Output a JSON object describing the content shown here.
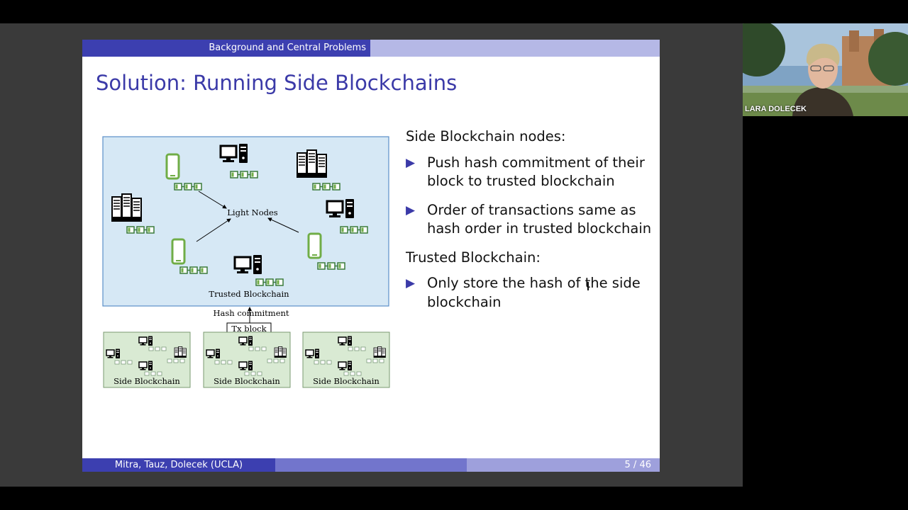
{
  "header": {
    "section": "Background and Central Problems"
  },
  "slide": {
    "title": "Solution:  Running Side Blockchains",
    "right_heading_1": "Side Blockchain nodes:",
    "bullets_1": [
      "Push hash commitment of their block to trusted blockchain",
      "Order of transactions same as hash order in trusted blockchain"
    ],
    "right_heading_2": "Trusted Blockchain:",
    "bullets_2": [
      "Only store the hash of the side blockchain"
    ]
  },
  "diagram": {
    "center_label": "Light Nodes",
    "trusted_label": "Trusted Blockchain",
    "hash_label": "Hash commitment",
    "tx_label": "Tx block",
    "side_labels": [
      "Side Blockchain",
      "Side Blockchain",
      "Side Blockchain"
    ]
  },
  "footer": {
    "authors": "Mitra, Tauz, Dolecek  (UCLA)",
    "page": "5 / 46"
  },
  "webcam": {
    "name": "LARA DOLECEK"
  },
  "colors": {
    "title": "#3b3aa8",
    "bar_dark": "#3c3fb0",
    "bar_light": "#b5b8e6",
    "panel_blue": "#d6e8f5",
    "panel_green": "#d9ead3",
    "phone_green": "#70ad47"
  }
}
